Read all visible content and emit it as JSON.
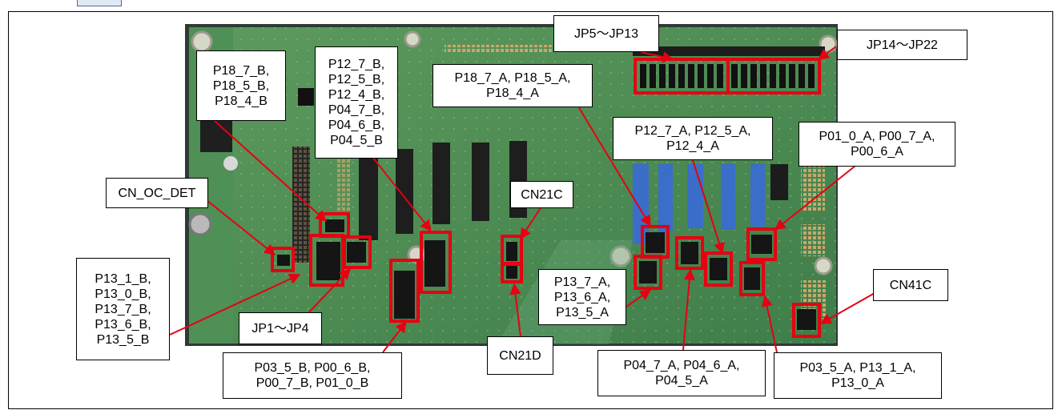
{
  "colors": {
    "pcb": "#4c8a54",
    "highlight": "#e60012",
    "arrow": "#e60012",
    "connector_blue": "#3a6ec8"
  },
  "labels": {
    "cn_oc_det": "CN_OC_DET",
    "p18_b": "P18_7_B,\nP18_5_B,\nP18_4_B",
    "p12_p04_b": "P12_7_B,\nP12_5_B,\nP12_4_B,\nP04_7_B,\nP04_6_B,\nP04_5_B",
    "p13_b": "P13_1_B,\nP13_0_B,\nP13_7_B,\nP13_6_B,\nP13_5_B",
    "jp1_jp4": "JP1～JP4",
    "p03_p00_p01_b": "P03_5_B, P00_6_B,\nP00_7_B, P01_0_B",
    "cn21c": "CN21C",
    "cn21d": "CN21D",
    "jp5_jp13": "JP5～JP13",
    "jp14_jp22": "JP14～JP22",
    "p18_a": "P18_7_A, P18_5_A,\nP18_4_A",
    "p12_a": "P12_7_A, P12_5_A,\nP12_4_A",
    "p01_p00_a": "P01_0_A, P00_7_A,\nP00_6_A",
    "p13_a": "P13_7_A,\nP13_6_A,\nP13_5_A",
    "p04_a": "P04_7_A, P04_6_A,\nP04_5_A",
    "p03_p13_a": "P03_5_A, P13_1_A,\nP13_0_A",
    "cn41c": "CN41C"
  }
}
